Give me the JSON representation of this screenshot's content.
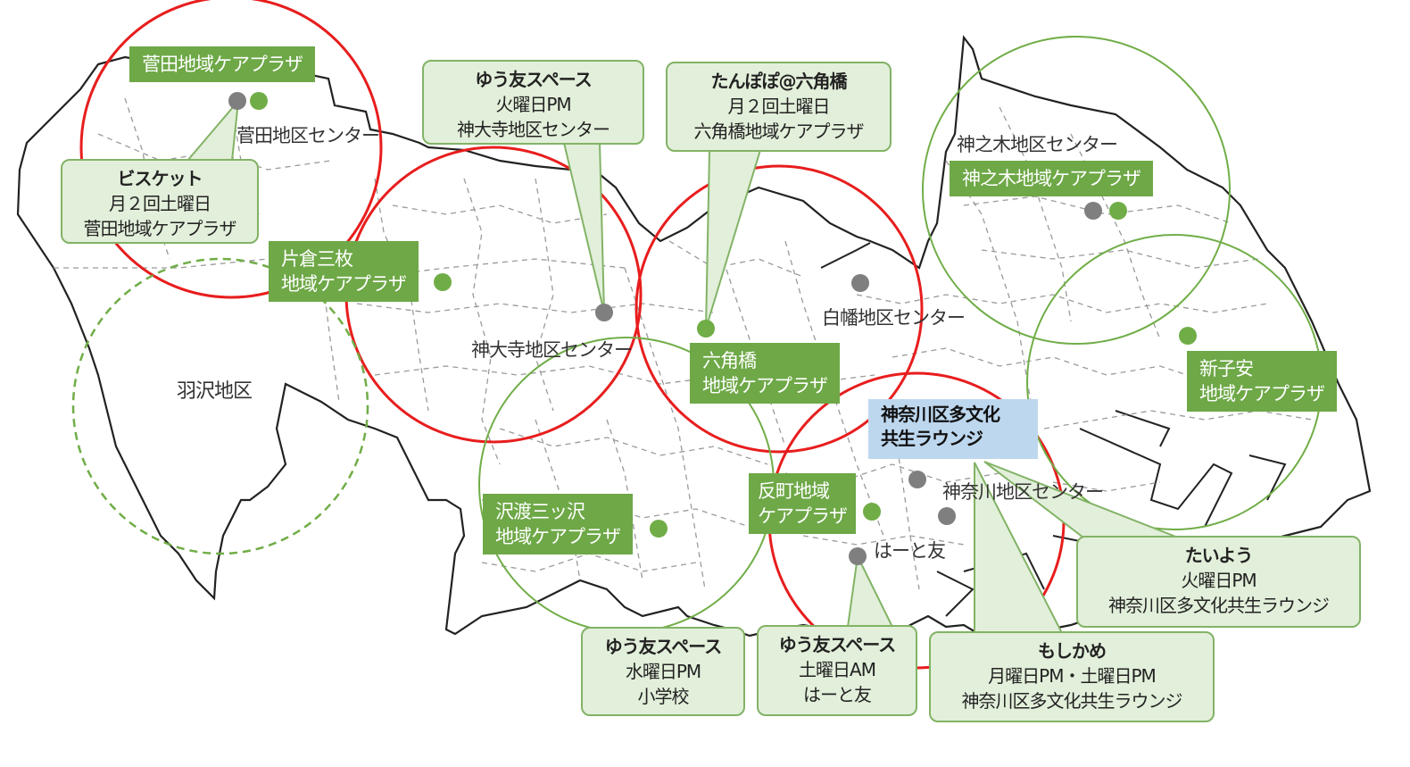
{
  "colors": {
    "red_circle": "#e81d1d",
    "green_circle": "#70ad47",
    "green_label": "#6ea847",
    "callout_fill": "#e2efda",
    "callout_border": "#82b366",
    "blue_label": "#bdd7ee",
    "dot_gray": "#7f7f7f",
    "dot_green": "#70ad47"
  },
  "plazas": {
    "sugata": "菅田地域ケアプラザ",
    "katakura_line1": "片倉三枚",
    "katakura_line2": "地域ケアプラザ",
    "kanonoki": "神之木地域ケアプラザ",
    "rokkakubashi_line1": "六角橋",
    "rokkakubashi_line2": "地域ケアプラザ",
    "shinkoyasu_line1": "新子安",
    "shinkoyasu_line2": "地域ケアプラザ",
    "sawatari_line1": "沢渡三ッ沢",
    "sawatari_line2": "地域ケアプラザ",
    "tanmachi_line1": "反町地域",
    "tanmachi_line2": "ケアプラザ",
    "lounge_line1": "神奈川区多文化",
    "lounge_line2": "共生ラウンジ"
  },
  "places": {
    "sugata_center": "菅田地区センター",
    "jindaiji_center": "神大寺地区センター",
    "kanonoki_center": "神之木地区センター",
    "shirahata_center": "白幡地区センター",
    "kanagawa_center": "神奈川地区センター",
    "hazawa": "羽沢地区",
    "heartomo": "はーと友"
  },
  "callouts": {
    "biscuit": {
      "title": "ビスケット",
      "line1": "月２回土曜日",
      "line2": "菅田地域ケアプラザ"
    },
    "yuutomo_tue": {
      "title": "ゆう友スペース",
      "line1": "火曜日PM",
      "line2": "神大寺地区センター"
    },
    "tanpopo": {
      "title": "たんぽぽ@六角橋",
      "line1": "月２回土曜日",
      "line2": "六角橋地域ケアプラザ"
    },
    "taiyou": {
      "title": "たいよう",
      "line1": "火曜日PM",
      "line2": "神奈川区多文化共生ラウンジ"
    },
    "yuutomo_wed": {
      "title": "ゆう友スペース",
      "line1": "水曜日PM",
      "line2": "小学校"
    },
    "yuutomo_sat": {
      "title": "ゆう友スペース",
      "line1": "土曜日AM",
      "line2": "はーと友"
    },
    "moshikame": {
      "title": "もしかめ",
      "line1": "月曜日PM・土曜日PM",
      "line2": "神奈川区多文化共生ラウンジ"
    }
  }
}
